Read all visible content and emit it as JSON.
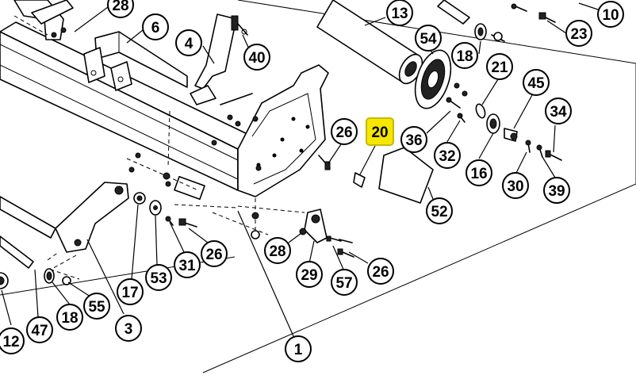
{
  "callouts": [
    {
      "id": "c28a",
      "label": "28",
      "hl": false
    },
    {
      "id": "c6",
      "label": "6",
      "hl": false
    },
    {
      "id": "c4",
      "label": "4",
      "hl": false
    },
    {
      "id": "c40",
      "label": "40",
      "hl": false
    },
    {
      "id": "c13",
      "label": "13",
      "hl": false
    },
    {
      "id": "c10",
      "label": "10",
      "hl": false
    },
    {
      "id": "c23",
      "label": "23",
      "hl": false
    },
    {
      "id": "c54",
      "label": "54",
      "hl": false
    },
    {
      "id": "c18a",
      "label": "18",
      "hl": false
    },
    {
      "id": "c21",
      "label": "21",
      "hl": false
    },
    {
      "id": "c45",
      "label": "45",
      "hl": false
    },
    {
      "id": "c34",
      "label": "34",
      "hl": false
    },
    {
      "id": "c26a",
      "label": "26",
      "hl": false
    },
    {
      "id": "c20",
      "label": "20",
      "hl": true
    },
    {
      "id": "c36",
      "label": "36",
      "hl": false
    },
    {
      "id": "c32",
      "label": "32",
      "hl": false
    },
    {
      "id": "c16",
      "label": "16",
      "hl": false
    },
    {
      "id": "c30",
      "label": "30",
      "hl": false
    },
    {
      "id": "c39",
      "label": "39",
      "hl": false
    },
    {
      "id": "c52",
      "label": "52",
      "hl": false
    },
    {
      "id": "c28b",
      "label": "28",
      "hl": false
    },
    {
      "id": "c29",
      "label": "29",
      "hl": false
    },
    {
      "id": "c57",
      "label": "57",
      "hl": false
    },
    {
      "id": "c26b",
      "label": "26",
      "hl": false
    },
    {
      "id": "c26c",
      "label": "26",
      "hl": false
    },
    {
      "id": "c31",
      "label": "31",
      "hl": false
    },
    {
      "id": "c53",
      "label": "53",
      "hl": false
    },
    {
      "id": "c17",
      "label": "17",
      "hl": false
    },
    {
      "id": "c3",
      "label": "3",
      "hl": false
    },
    {
      "id": "c1",
      "label": "1",
      "hl": false
    },
    {
      "id": "c55",
      "label": "55",
      "hl": false
    },
    {
      "id": "c18b",
      "label": "18",
      "hl": false
    },
    {
      "id": "c47",
      "label": "47",
      "hl": false
    },
    {
      "id": "c12",
      "label": "12",
      "hl": false
    }
  ],
  "colors": {
    "highlight": "#f4e800",
    "ink": "#000000",
    "paper": "#ffffff"
  }
}
